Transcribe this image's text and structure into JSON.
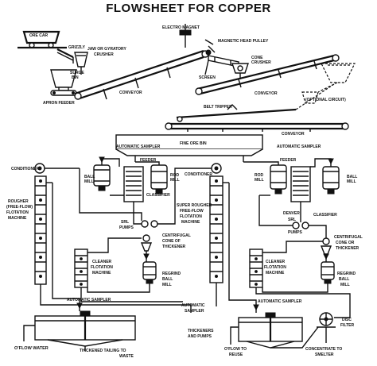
{
  "title": "FLOWSHEET FOR COPPER",
  "labels": {
    "ore_car": "ORE CAR",
    "grizzly": "GRIZZLY",
    "crusher_1": "JAW OR GYRATORY",
    "crusher_2": "CRUSHER",
    "surge_1": "SURGE",
    "surge_2": "BIN",
    "apron_feeder": "APRON FEEDER",
    "electro_magnet": "ELECTRO MAGNET",
    "magnetic_pulley": "MAGNETIC HEAD PULLEY",
    "cone_1": "CONE",
    "cone_2": "CRUSHER",
    "screen": "SCREEN",
    "conveyor_1": "CONVEYOR",
    "conveyor_2": "CONVEYOR",
    "conveyor_3": "CONVEYOR",
    "optional": "(OPTIONAL CIRCUIT)",
    "belt_tripper": "BELT TRIPPER",
    "fine_ore_bin": "FINE ORE BIN",
    "auto_sampler_left": "AUTOMATIC SAMPLER",
    "auto_sampler_right": "AUTOMATIC SAMPLER",
    "feeder_left": "FEEDER",
    "feeder_right": "FEEDER",
    "ball_mill_left_1": "BALL",
    "ball_mill_left_2": "MILL",
    "rod_mill_1": "ROD",
    "rod_mill_2": "MILL",
    "rod_mill_r_1": "ROD",
    "rod_mill_r_2": "MILL",
    "ball_mill_right_1": "BALL",
    "ball_mill_right_2": "MILL",
    "classifier_left": "CLASSIFIER",
    "classifier_right": "CLASSIFIER",
    "conditioner_left": "CONDITIONER",
    "conditioner_mid": "CONDITIONER",
    "rougher_1": "ROUGHER",
    "rougher_2": "(FREE-FLOW)",
    "rougher_3": "FLOTATION",
    "rougher_4": "MACHINE",
    "srl_pumps_left_1": "SRL",
    "srl_pumps_left_2": "PUMPS",
    "super_rougher_1": "SUPER ROUGHER",
    "super_rougher_2": "FREE-FLOW",
    "super_rougher_3": "FLOTATION",
    "super_rougher_4": "MACHINE",
    "denver_srl_1": "DENVER",
    "denver_srl_2": "SRL",
    "denver_srl_3": "PUMPS",
    "centrifugal_left_1": "CENTRIFUGAL",
    "centrifugal_left_2": "CONE OF",
    "centrifugal_left_3": "THICKENER",
    "centrifugal_right_1": "CENTRIFUGAL",
    "centrifugal_right_2": "CONE OR",
    "centrifugal_right_3": "THICKENER",
    "cleaner_left_1": "CLEANER",
    "cleaner_left_2": "FLOTATION",
    "cleaner_left_3": "MACHINE",
    "cleaner_right_1": "CLEANER",
    "cleaner_right_2": "FLOTATION",
    "cleaner_right_3": "MACHINE",
    "regrind_left_1": "REGRIND",
    "regrind_left_2": "BALL",
    "regrind_left_3": "MILL",
    "regrind_right_1": "REGRIND",
    "regrind_right_2": "BALL",
    "regrind_right_3": "MILL",
    "bottom_sampler_left": "AUTOMATIC SAMPLER",
    "bottom_sampler_mid_1": "AUTOMATIC",
    "bottom_sampler_mid_2": "SAMPLER",
    "bottom_sampler_right": "AUTOMATIC SAMPLER",
    "disc_filter_1": "DISC",
    "disc_filter_2": "FILTER",
    "thickeners_1": "THICKENERS",
    "thickeners_2": "AND PUMPS",
    "oflow_water": "O'FLOW WATER",
    "tailing_1": "THICKENED TAILING TO",
    "tailing_2": "WASTE",
    "oflow_reuse_1": "O'FLOW TO",
    "oflow_reuse_2": "REUSE",
    "concentrate_1": "CONCENTRATE TO",
    "concentrate_2": "SMELTER"
  }
}
